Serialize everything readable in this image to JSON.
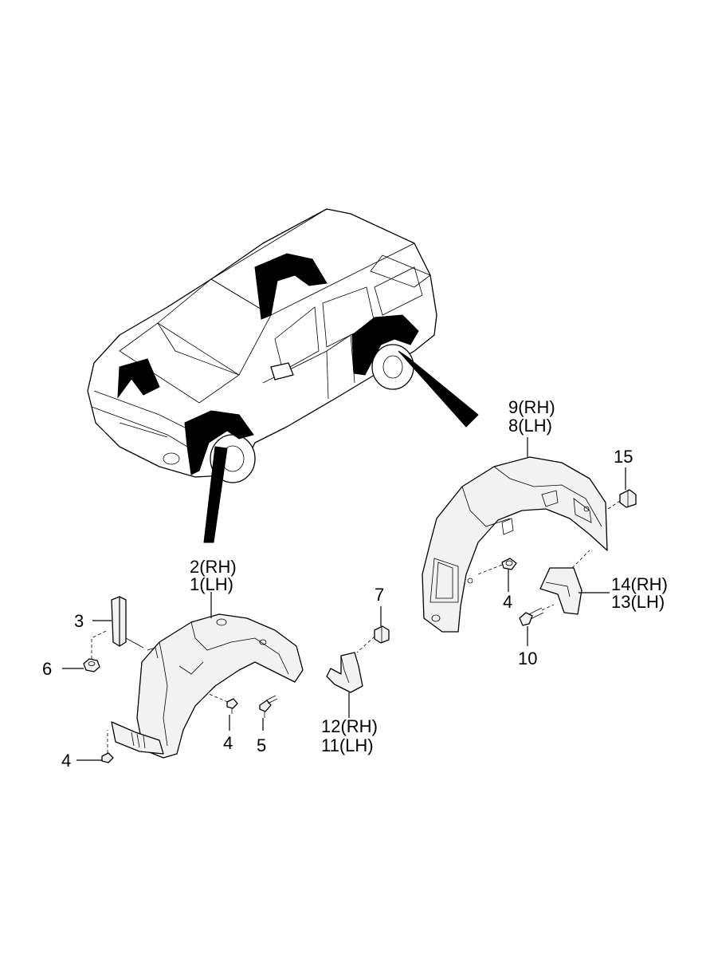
{
  "callouts": [
    {
      "id": "c2rh",
      "text": "2(RH)"
    },
    {
      "id": "c1lh",
      "text": "1(LH)"
    },
    {
      "id": "c3",
      "text": "3"
    },
    {
      "id": "c6",
      "text": "6"
    },
    {
      "id": "c4a",
      "text": "4"
    },
    {
      "id": "c4b",
      "text": "4"
    },
    {
      "id": "c5",
      "text": "5"
    },
    {
      "id": "c7",
      "text": "7"
    },
    {
      "id": "c12rh",
      "text": "12(RH)"
    },
    {
      "id": "c11lh",
      "text": "11(LH)"
    },
    {
      "id": "c9rh",
      "text": "9(RH)"
    },
    {
      "id": "c8lh",
      "text": "8(LH)"
    },
    {
      "id": "c15",
      "text": "15"
    },
    {
      "id": "c4c",
      "text": "4"
    },
    {
      "id": "c14rh",
      "text": "14(RH)"
    },
    {
      "id": "c13lh",
      "text": "13(LH)"
    },
    {
      "id": "c10",
      "text": "10"
    }
  ]
}
